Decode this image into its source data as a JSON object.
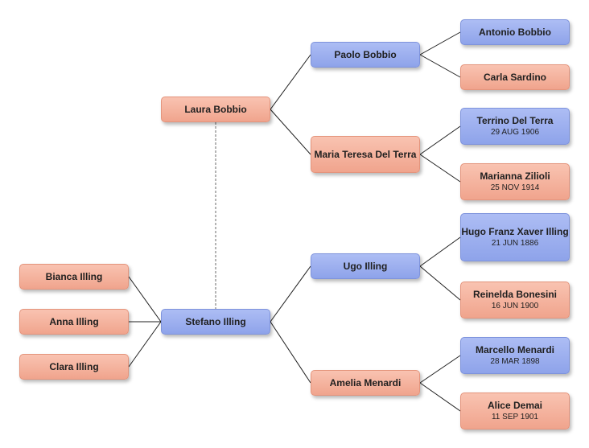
{
  "people": {
    "laura": {
      "name": "Laura Bobbio"
    },
    "paolo": {
      "name": "Paolo Bobbio"
    },
    "maria": {
      "name": "Maria Teresa Del Terra"
    },
    "antonio": {
      "name": "Antonio Bobbio"
    },
    "carla": {
      "name": "Carla Sardino"
    },
    "terrino": {
      "name": "Terrino Del Terra",
      "date": "29 AUG 1906"
    },
    "marianna": {
      "name": "Marianna Zilioli",
      "date": "25 NOV 1914"
    },
    "ugo": {
      "name": "Ugo Illing"
    },
    "amelia": {
      "name": "Amelia Menardi"
    },
    "hugo": {
      "name": "Hugo Franz Xaver Illing",
      "date": "21 JUN 1886"
    },
    "reinelda": {
      "name": "Reinelda Bonesini",
      "date": "16 JUN 1900"
    },
    "marcello": {
      "name": "Marcello Menardi",
      "date": "28 MAR 1898"
    },
    "alice": {
      "name": "Alice Demai",
      "date": "11 SEP 1901"
    },
    "stefano": {
      "name": "Stefano Illing"
    },
    "bianca": {
      "name": "Bianca Illing"
    },
    "anna": {
      "name": "Anna Illing"
    },
    "clara": {
      "name": "Clara Illing"
    }
  },
  "colors": {
    "male": "#9aadf0",
    "female": "#f4b29d",
    "connector": "#1f1f1f",
    "partner_link": "#6a6a6a"
  }
}
